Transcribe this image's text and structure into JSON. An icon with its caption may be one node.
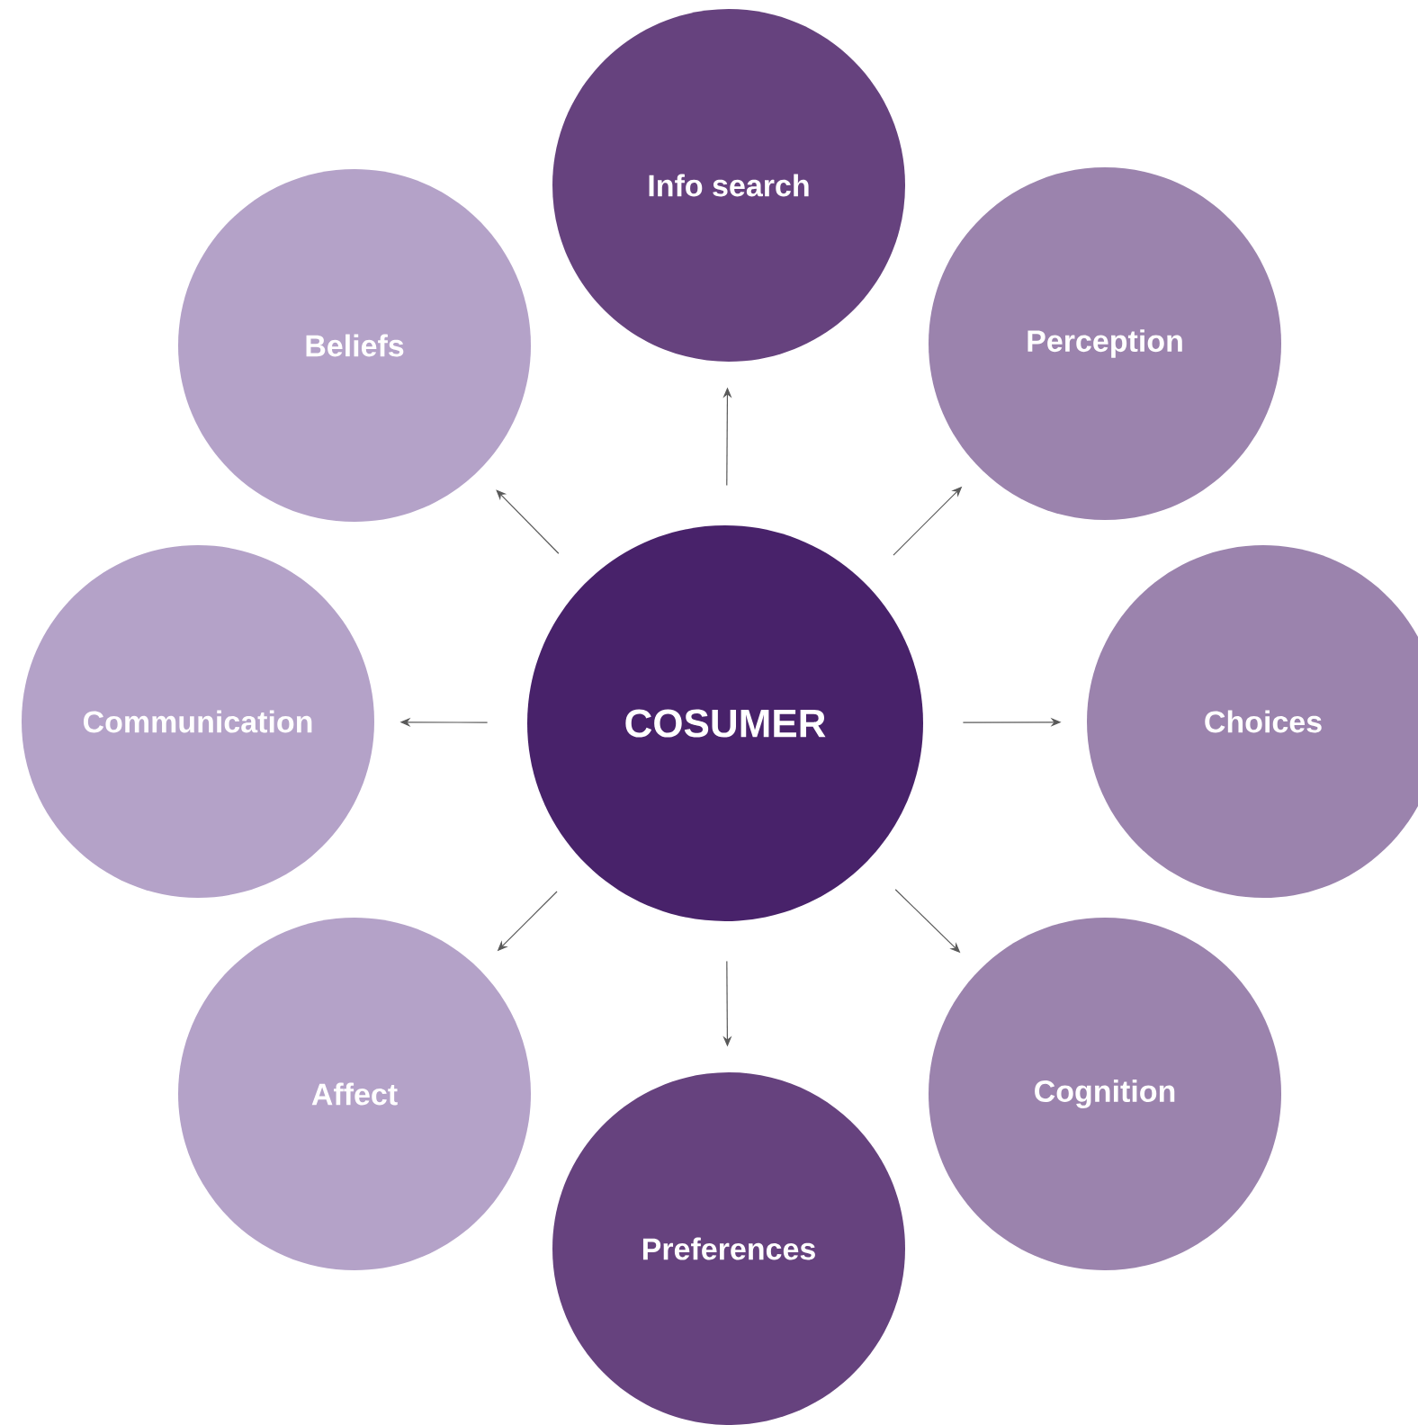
{
  "diagram": {
    "nodes": [
      {
        "text": [
          "COSUMER"
        ]
      },
      {
        "text": [
          "Info search"
        ]
      },
      {
        "text": [
          "Perception"
        ]
      },
      {
        "text": [
          "Choices"
        ]
      },
      {
        "text": [
          "Cognition"
        ]
      },
      {
        "text": [
          "Preferences"
        ]
      },
      {
        "text": [
          "Affect"
        ]
      },
      {
        "text": [
          "Communication"
        ]
      },
      {
        "text": [
          "Beliefs"
        ]
      }
    ],
    "edges": [
      {
        "from": 0,
        "to": 1,
        "arrow": "to"
      },
      {
        "from": 0,
        "to": 2,
        "arrow": "to"
      },
      {
        "from": 0,
        "to": 3,
        "arrow": "to"
      },
      {
        "from": 0,
        "to": 4,
        "arrow": "to"
      },
      {
        "from": 0,
        "to": 5,
        "arrow": "to"
      },
      {
        "from": 0,
        "to": 6,
        "arrow": "to"
      },
      {
        "from": 0,
        "to": 7,
        "arrow": "to"
      },
      {
        "from": 0,
        "to": 8,
        "arrow": "to"
      }
    ]
  }
}
